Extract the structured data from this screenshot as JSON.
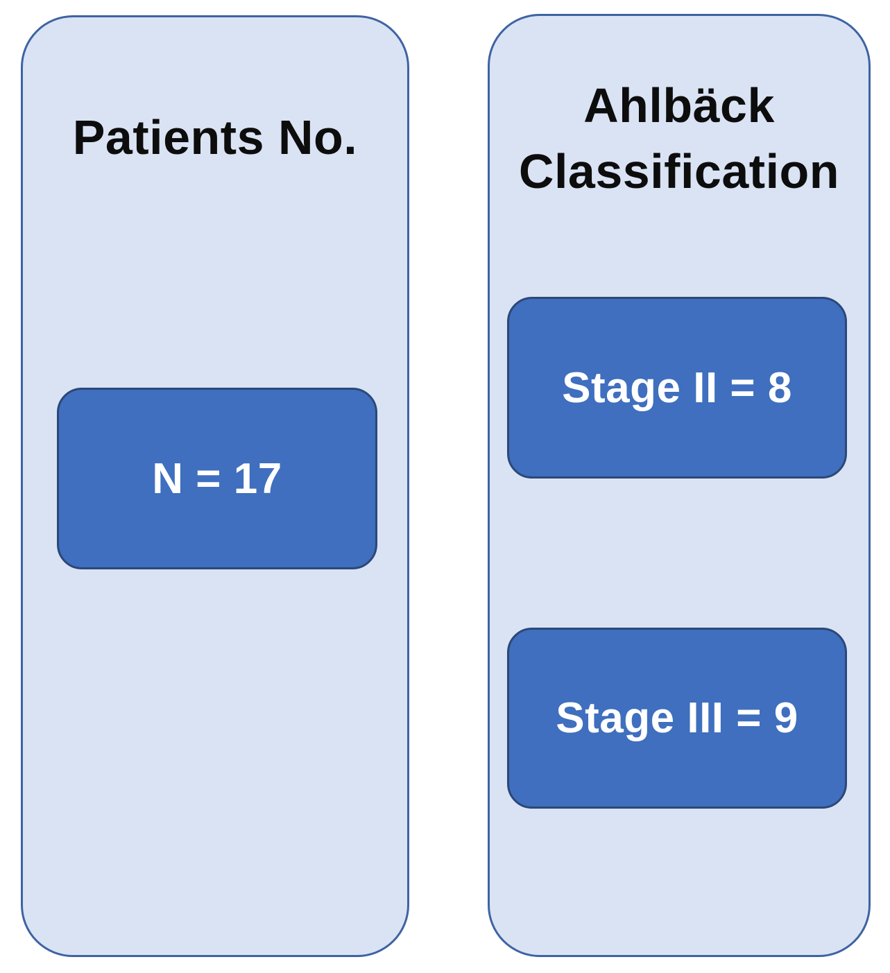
{
  "figure": {
    "panels": [
      {
        "id": "patients",
        "title_lines": [
          "Patients No."
        ],
        "nodes": [
          "N = 17"
        ]
      },
      {
        "id": "ahlback",
        "title_lines": [
          "Ahlbäck",
          "Classification"
        ],
        "nodes": [
          "Stage II = 8",
          "Stage III = 9"
        ]
      }
    ],
    "colors": {
      "panel_fill": "#dae3f4",
      "panel_border": "#3e63a2",
      "node_fill": "#3f6fbe",
      "node_border": "#2b4878",
      "title_text": "#0d0d0d",
      "node_text": "#ffffff"
    }
  }
}
